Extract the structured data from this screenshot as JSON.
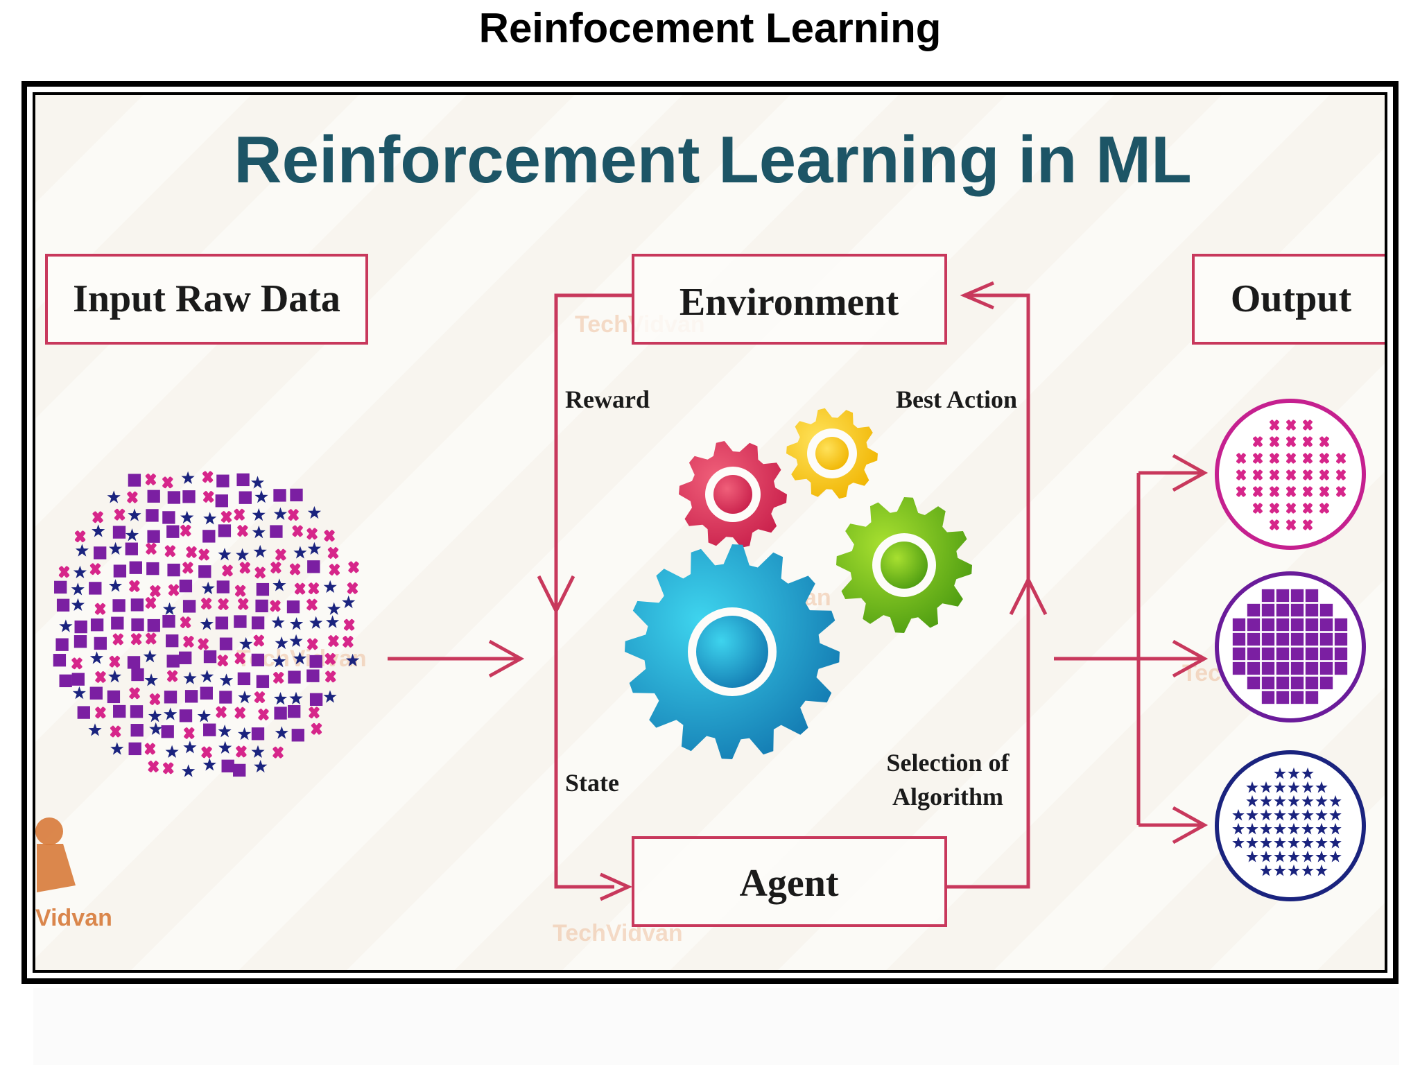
{
  "slide_title": "Reinfocement Learning",
  "diagram": {
    "title": "Reinforcement Learning in ML",
    "boxes": {
      "input": "Input Raw Data",
      "environment": "Environment",
      "agent": "Agent",
      "output": "Output"
    },
    "edges": {
      "reward": "Reward",
      "best_action": "Best Action",
      "state": "State",
      "selection_line1": "Selection of",
      "selection_line2": "Algorithm"
    },
    "watermark": "TechVidvan",
    "watermark_partial": "Vidvan"
  },
  "colors": {
    "accent": "#c8385c",
    "title": "#1d5566",
    "purple": "#7b1fa2",
    "magenta": "#d6268a",
    "navy": "#1a237e"
  },
  "icons": [
    "gear-icon",
    "star-icon",
    "square-icon",
    "cross-icon",
    "cluster-icon"
  ]
}
